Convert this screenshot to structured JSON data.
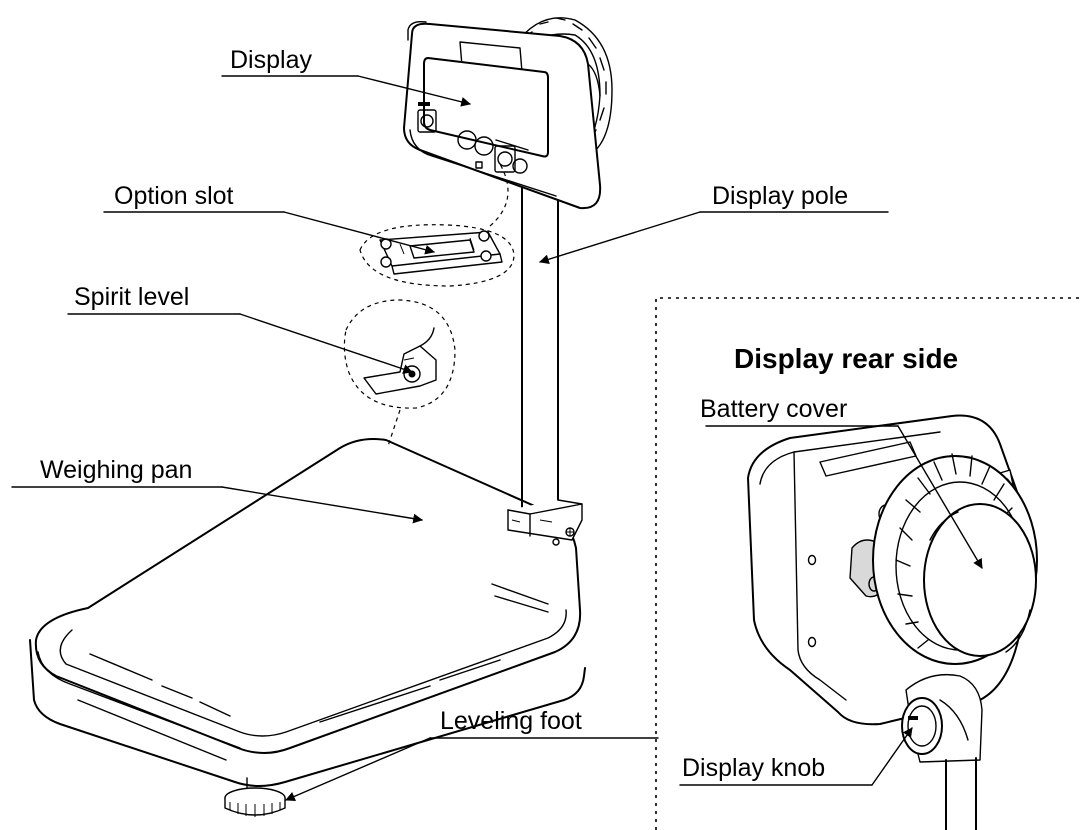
{
  "labels": {
    "display": "Display",
    "option_slot": "Option slot",
    "display_pole": "Display pole",
    "spirit_level": "Spirit level",
    "weighing_pan": "Weighing pan",
    "leveling_foot": "Leveling foot",
    "battery_cover": "Battery cover",
    "display_knob": "Display knob"
  },
  "inset": {
    "title": "Display rear side"
  }
}
